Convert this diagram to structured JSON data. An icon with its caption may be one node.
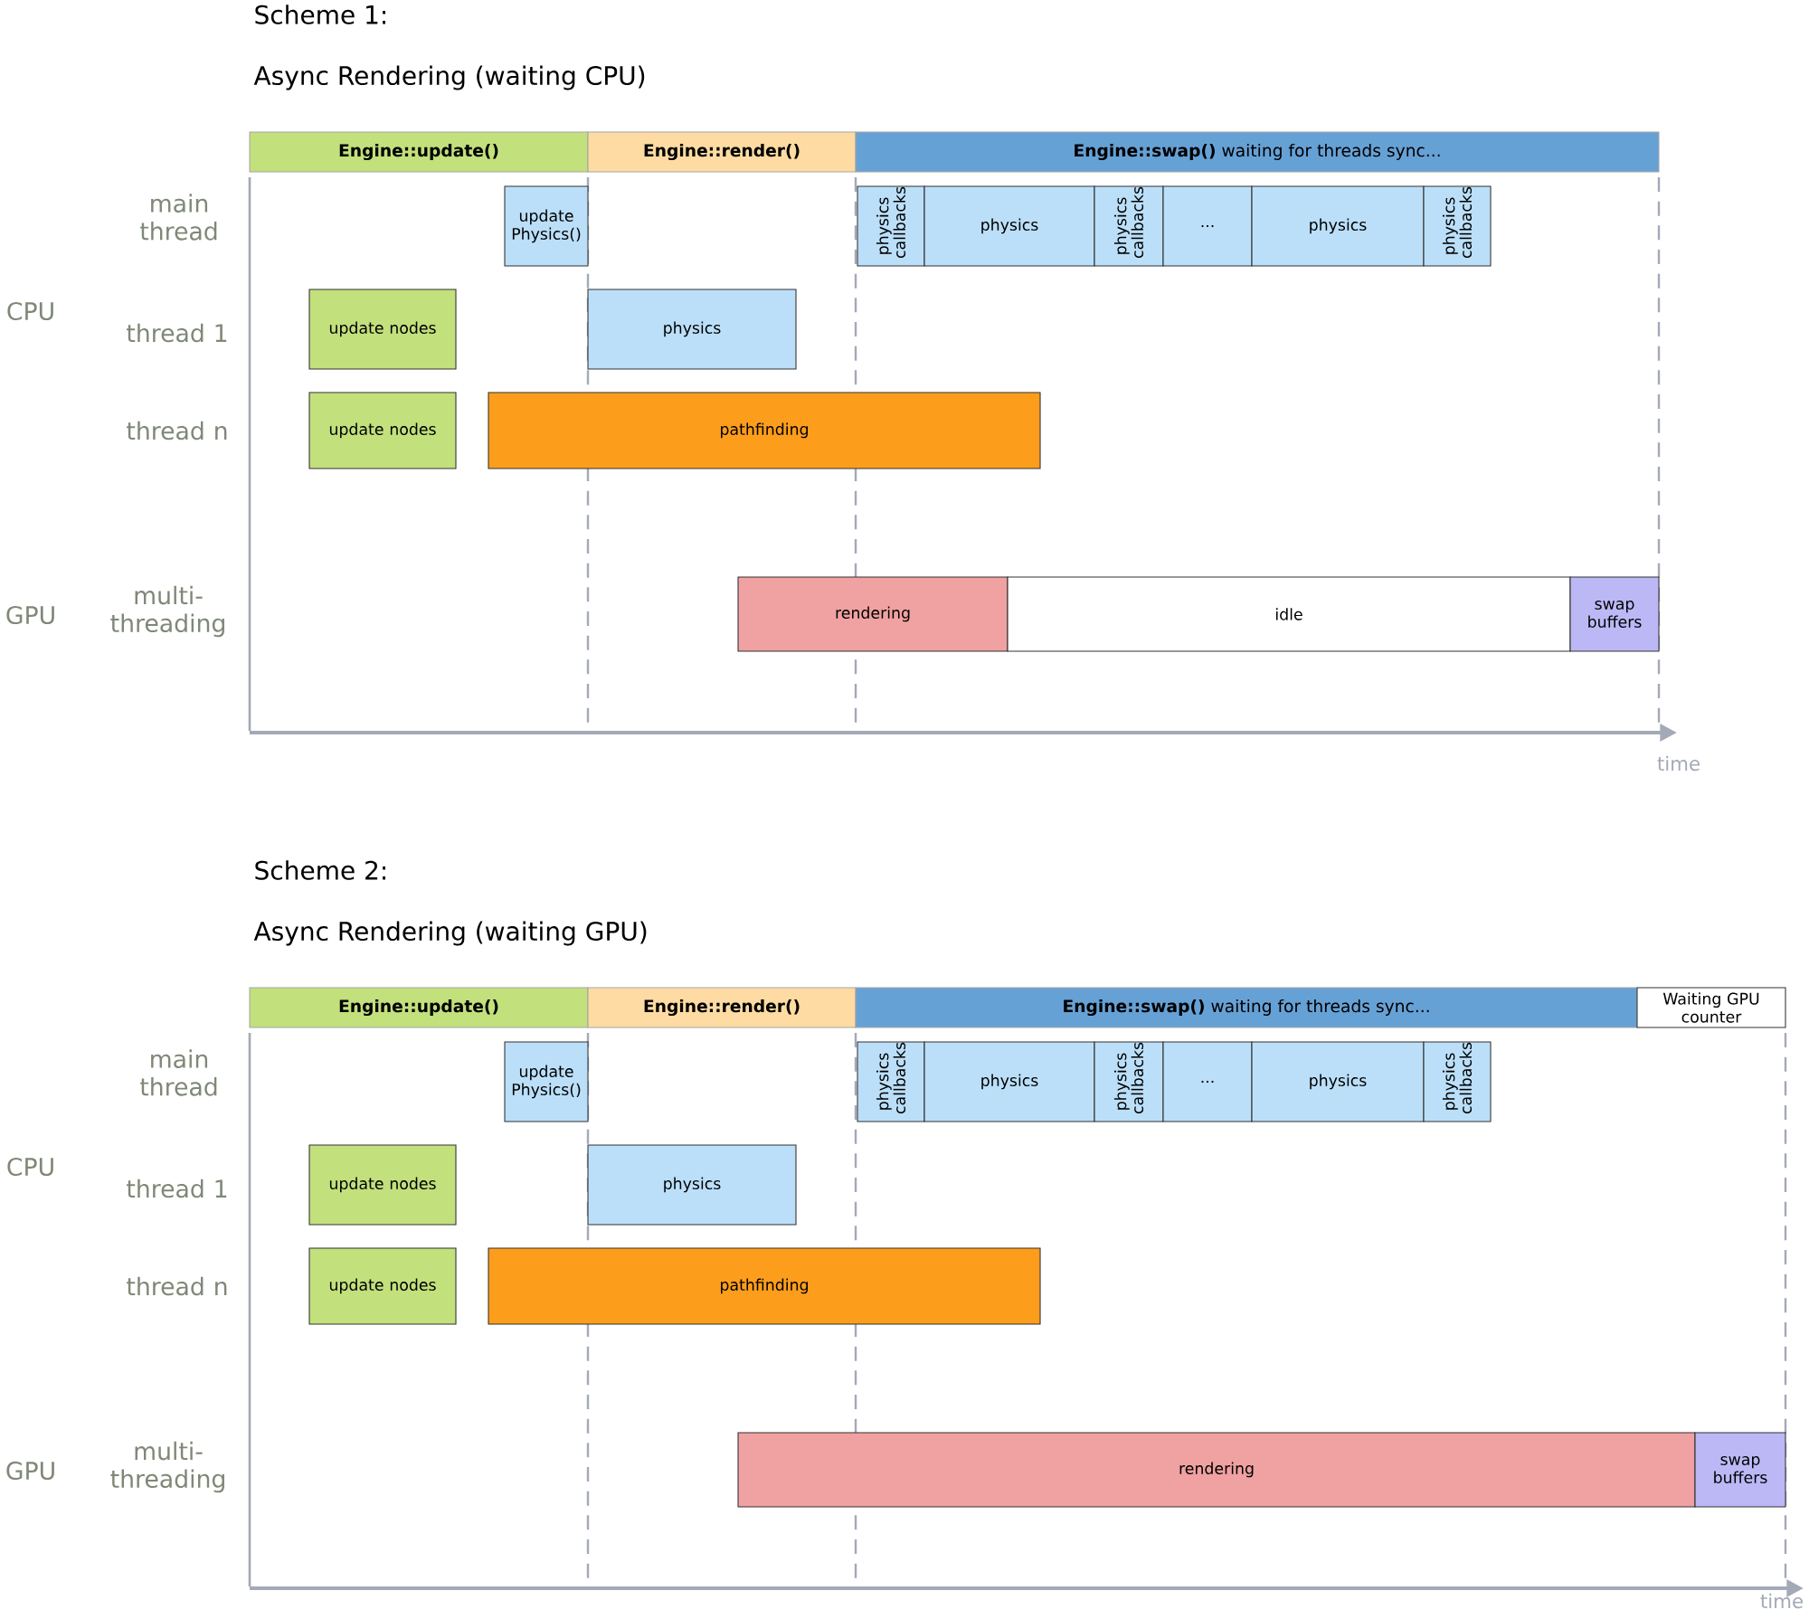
{
  "diagram": {
    "nodes": [
      {
        "text": [
          "Engine::update()"
        ]
      },
      {
        "text": [
          "Engine::render()"
        ]
      },
      {
        "text": [
          "**Engine::swap()** waiting for threads sync..."
        ]
      },
      {
        "text": [
          "update Physics()"
        ]
      },
      {
        "text": [
          "physics callbacks"
        ]
      },
      {
        "text": [
          "physics"
        ]
      },
      {
        "text": [
          "physics callbacks"
        ]
      },
      {
        "text": [
          "..."
        ]
      },
      {
        "text": [
          "physics"
        ]
      },
      {
        "text": [
          "physics callbacks"
        ]
      },
      {
        "text": [
          "update nodes"
        ]
      },
      {
        "text": [
          "physics"
        ]
      },
      {
        "text": [
          "update nodes"
        ]
      },
      {
        "text": [
          "pathfinding"
        ]
      },
      {
        "text": [
          "rendering"
        ]
      },
      {
        "text": [
          "idle"
        ]
      },
      {
        "text": [
          "swap buffers"
        ]
      },
      {
        "text": [
          "Engine::update()"
        ]
      },
      {
        "text": [
          "Engine::render()"
        ]
      },
      {
        "text": [
          "**Engine::swap()** waiting for threads sync..."
        ]
      },
      {
        "text": [
          "Waiting GPU counter"
        ]
      },
      {
        "text": [
          "update Physics()"
        ]
      },
      {
        "text": [
          "physics callbacks"
        ]
      },
      {
        "text": [
          "physics"
        ]
      },
      {
        "text": [
          "physics callbacks"
        ]
      },
      {
        "text": [
          "..."
        ]
      },
      {
        "text": [
          "physics"
        ]
      },
      {
        "text": [
          "physics callbacks"
        ]
      },
      {
        "text": [
          "update nodes"
        ]
      },
      {
        "text": [
          "physics"
        ]
      },
      {
        "text": [
          "update nodes"
        ]
      },
      {
        "text": [
          "pathfinding"
        ]
      },
      {
        "text": [
          "rendering"
        ]
      },
      {
        "text": [
          "swap buffers"
        ]
      }
    ],
    "labels": [
      "Scheme 1:",
      "Async Rendering (waiting CPU)",
      "main thread",
      "CPU",
      "thread 1",
      "thread n",
      "GPU",
      "multi- threading",
      "time",
      "Scheme 2:",
      "Async Rendering (waiting GPU)",
      "main thread",
      "CPU",
      "thread 1",
      "thread n",
      "GPU",
      "multi- threading",
      "time"
    ]
  }
}
